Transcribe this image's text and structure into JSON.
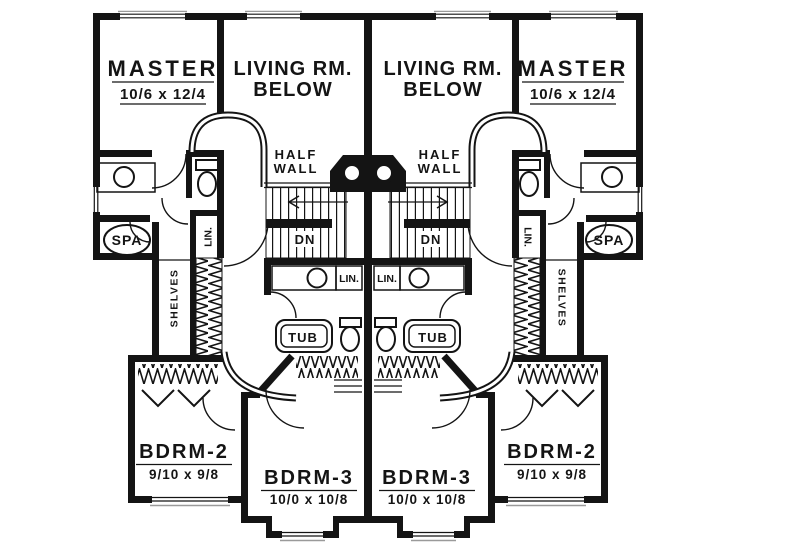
{
  "document": {
    "kind": "architectural-floor-plan",
    "floor": "upper floor of mirrored duplex",
    "colors": {
      "ink": "#141414",
      "paper": "#ffffff",
      "window_sill": "#9a9a9a"
    }
  },
  "rooms": {
    "master": {
      "name": "MASTER",
      "dims": "10/6 x 12/4"
    },
    "living": {
      "line1": "LIVING RM.",
      "line2": "BELOW"
    },
    "bdrm2": {
      "name": "BDRM-2",
      "dims": "9/10 x 9/8"
    },
    "bdrm3": {
      "name": "BDRM-3",
      "dims": "10/0 x 10/8"
    }
  },
  "annotations": {
    "half_wall_line1": "HALF",
    "half_wall_line2": "WALL",
    "stairs_down": "DN",
    "spa": "SPA",
    "linen": "LIN.",
    "shelves": "SHELVES",
    "tub": "TUB"
  }
}
